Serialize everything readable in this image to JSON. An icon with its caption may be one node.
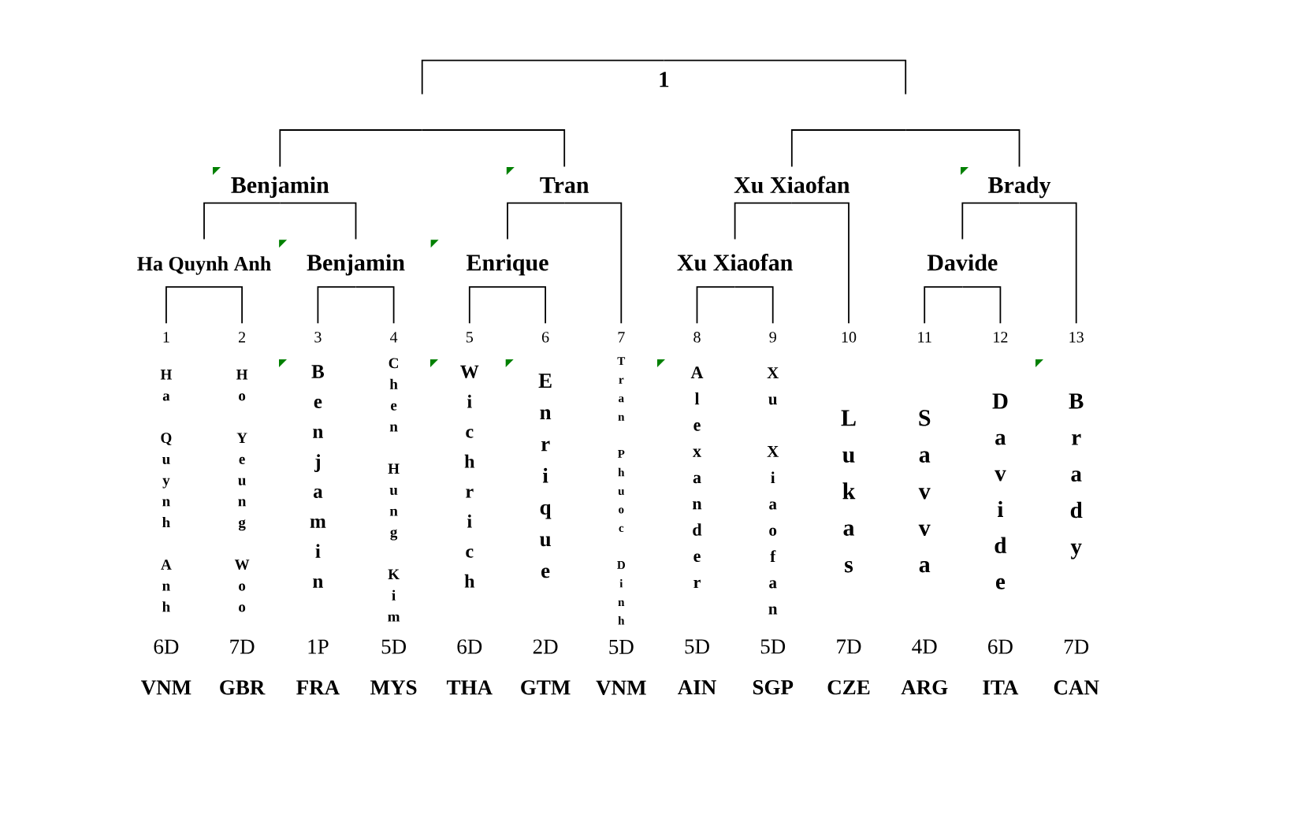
{
  "diagram": {
    "nodes": [
      {
        "text": [
          "1"
        ]
      },
      {
        "text": [
          "Benjamin"
        ]
      },
      {
        "text": [
          "Tran"
        ]
      },
      {
        "text": [
          "Xu Xiaofan"
        ]
      },
      {
        "text": [
          "Brady"
        ]
      },
      {
        "text": [
          "Ha Quynh Anh"
        ]
      },
      {
        "text": [
          "Benjamin"
        ]
      },
      {
        "text": [
          "Enrique"
        ]
      },
      {
        "text": [
          "Xu Xiaofan"
        ]
      },
      {
        "text": [
          "Davide"
        ]
      },
      {
        "text": [
          "1",
          "Ha Quynh Anh",
          "6D",
          "VNM"
        ]
      },
      {
        "text": [
          "2",
          "Ho Yeung Woo",
          "7D",
          "GBR"
        ]
      },
      {
        "text": [
          "3",
          "Benjamin",
          "1P",
          "FRA"
        ]
      },
      {
        "text": [
          "4",
          "Chen Hung Kim",
          "5D",
          "MYS"
        ]
      },
      {
        "text": [
          "5",
          "Wichrich",
          "6D",
          "THA"
        ]
      },
      {
        "text": [
          "6",
          "Enrique",
          "2D",
          "GTM"
        ]
      },
      {
        "text": [
          "7",
          "Tran Phuoc Dinh",
          "5D",
          "VNM"
        ]
      },
      {
        "text": [
          "8",
          "Alexander",
          "5D",
          "AIN"
        ]
      },
      {
        "text": [
          "9",
          "Xu Xiaofan",
          "5D",
          "SGP"
        ]
      },
      {
        "text": [
          "10",
          "Lukas",
          "7D",
          "CZE"
        ]
      },
      {
        "text": [
          "11",
          "Savva",
          "4D",
          "ARG"
        ]
      },
      {
        "text": [
          "12",
          "Davide",
          "6D",
          "ITA"
        ]
      },
      {
        "text": [
          "13",
          "Brady",
          "7D",
          "CAN"
        ]
      }
    ],
    "edges": [
      {
        "from": null,
        "to": 0,
        "arrow": "none"
      },
      {
        "from": null,
        "to": 0,
        "arrow": "none"
      },
      {
        "from": 1,
        "to": null,
        "arrow": "none"
      },
      {
        "from": 2,
        "to": null,
        "arrow": "none"
      },
      {
        "from": 3,
        "to": null,
        "arrow": "none"
      },
      {
        "from": 4,
        "to": null,
        "arrow": "none"
      },
      {
        "from": 5,
        "to": 1,
        "arrow": "none"
      },
      {
        "from": 6,
        "to": 1,
        "arrow": "none"
      },
      {
        "from": 7,
        "to": 2,
        "arrow": "none"
      },
      {
        "from": 16,
        "to": 2,
        "arrow": "none"
      },
      {
        "from": 8,
        "to": 3,
        "arrow": "none"
      },
      {
        "from": 19,
        "to": 3,
        "arrow": "none"
      },
      {
        "from": 9,
        "to": 4,
        "arrow": "none"
      },
      {
        "from": 22,
        "to": 4,
        "arrow": "none"
      },
      {
        "from": 10,
        "to": 5,
        "arrow": "none"
      },
      {
        "from": 11,
        "to": 5,
        "arrow": "none"
      },
      {
        "from": 12,
        "to": 6,
        "arrow": "none"
      },
      {
        "from": 13,
        "to": 6,
        "arrow": "none"
      },
      {
        "from": 14,
        "to": 7,
        "arrow": "none"
      },
      {
        "from": 15,
        "to": 7,
        "arrow": "none"
      },
      {
        "from": 17,
        "to": 8,
        "arrow": "none"
      },
      {
        "from": 18,
        "to": 8,
        "arrow": "none"
      },
      {
        "from": 20,
        "to": 9,
        "arrow": "none"
      },
      {
        "from": 21,
        "to": 9,
        "arrow": "none"
      }
    ]
  }
}
